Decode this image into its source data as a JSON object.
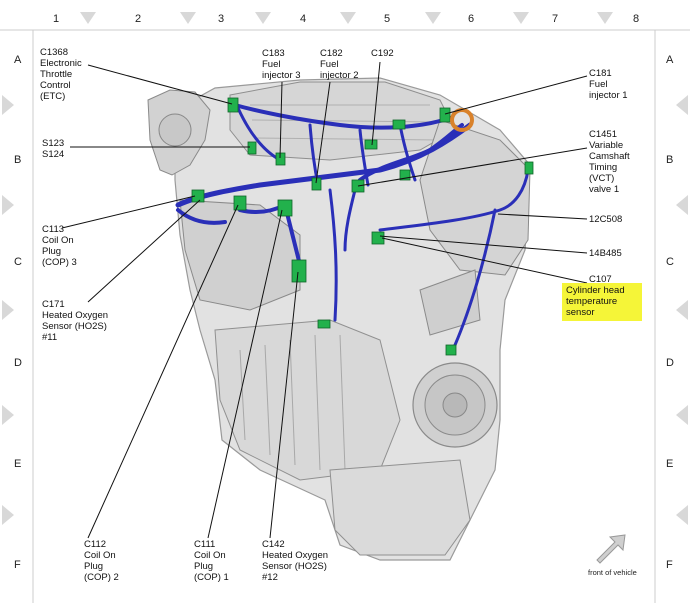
{
  "grid": {
    "columns": [
      "1",
      "2",
      "3",
      "4",
      "5",
      "6",
      "7",
      "8"
    ],
    "rows": [
      "A",
      "B",
      "C",
      "D",
      "E",
      "F"
    ]
  },
  "labels": {
    "c1368": [
      "C1368",
      "Electronic",
      "Throttle",
      "Control",
      "(ETC)"
    ],
    "s123": [
      "S123",
      "S124"
    ],
    "c183": [
      "C183",
      "Fuel",
      "injector 3"
    ],
    "c182": [
      "C182",
      "Fuel",
      "injector 2"
    ],
    "c192": [
      "C192"
    ],
    "c181": [
      "C181",
      "Fuel",
      "injector 1"
    ],
    "c1451": [
      "C1451",
      "Variable",
      "Camshaft",
      "Timing",
      "(VCT)",
      "valve 1"
    ],
    "c12c508": [
      "12C508"
    ],
    "c14b485": [
      "14B485"
    ],
    "c107": [
      "C107",
      "Cylinder head",
      "temperature",
      "sensor"
    ],
    "c113": [
      "C113",
      "Coil On",
      "Plug",
      "(COP) 3"
    ],
    "c171": [
      "C171",
      "Heated Oxygen",
      "Sensor (HO2S)",
      "#11"
    ],
    "c112": [
      "C112",
      "Coil On",
      "Plug",
      "(COP) 2"
    ],
    "c111": [
      "C111",
      "Coil On",
      "Plug",
      "(COP) 1"
    ],
    "c142": [
      "C142",
      "Heated Oxygen",
      "Sensor (HO2S)",
      "#12"
    ]
  },
  "direction": {
    "label": "front of vehicle"
  },
  "colors": {
    "harness": "#2a2fb8",
    "connector": "#22b14c",
    "highlight": "#f3f315",
    "engine": "#dcdcdc"
  }
}
